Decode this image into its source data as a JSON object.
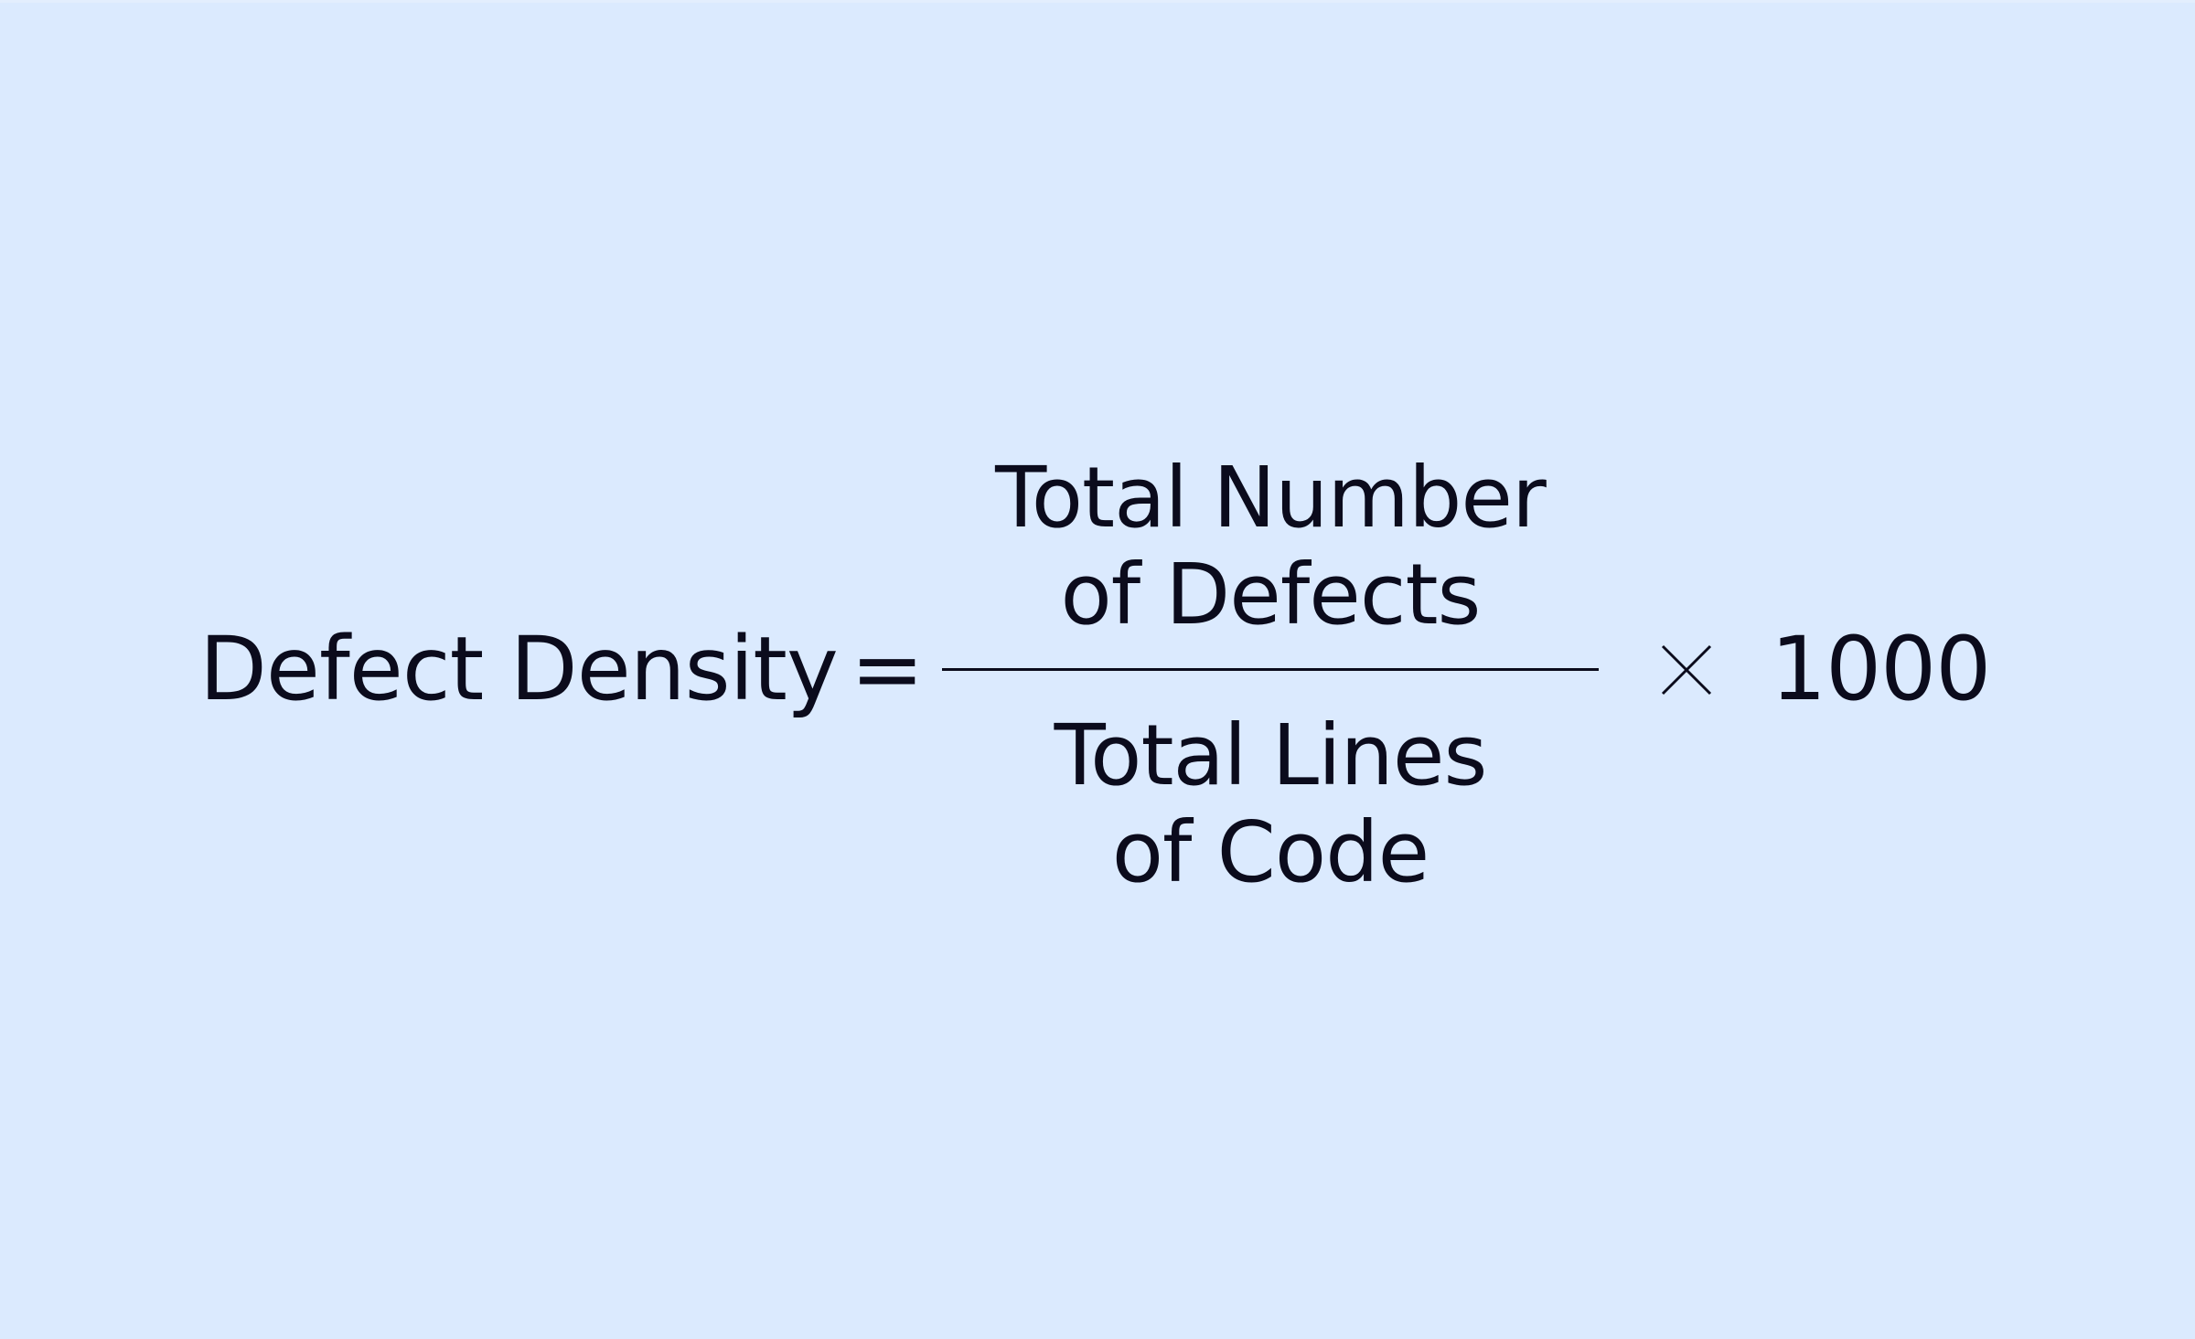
{
  "formula": {
    "lhs": "Defect Density",
    "equals": "=",
    "numerator": {
      "line1": "Total Number",
      "line2": "of Defects"
    },
    "denominator": {
      "line1": "Total Lines",
      "line2": "of Code"
    },
    "operator": "×",
    "constant": "1000"
  },
  "colors": {
    "background": "#dbeafe",
    "text": "#0b0b1c"
  }
}
